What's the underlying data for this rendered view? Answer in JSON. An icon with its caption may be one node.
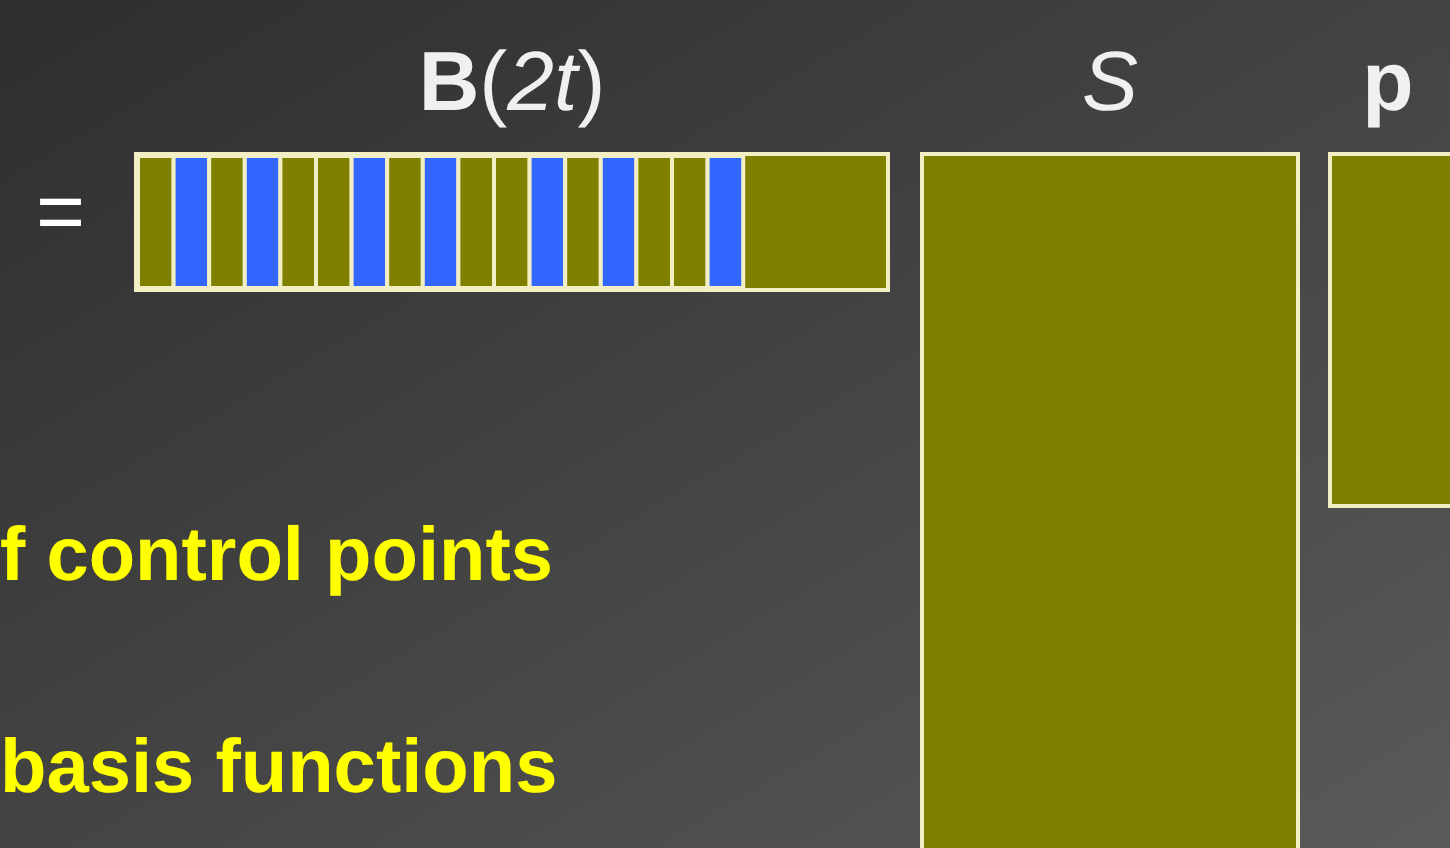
{
  "diagram": {
    "nodes": [
      {
        "text": [
          "**B**(*2t*)"
        ]
      },
      {
        "text": [
          "S"
        ]
      },
      {
        "text": [
          "p"
        ]
      }
    ],
    "labels": [
      "=",
      "f control points",
      "basis functions"
    ]
  }
}
